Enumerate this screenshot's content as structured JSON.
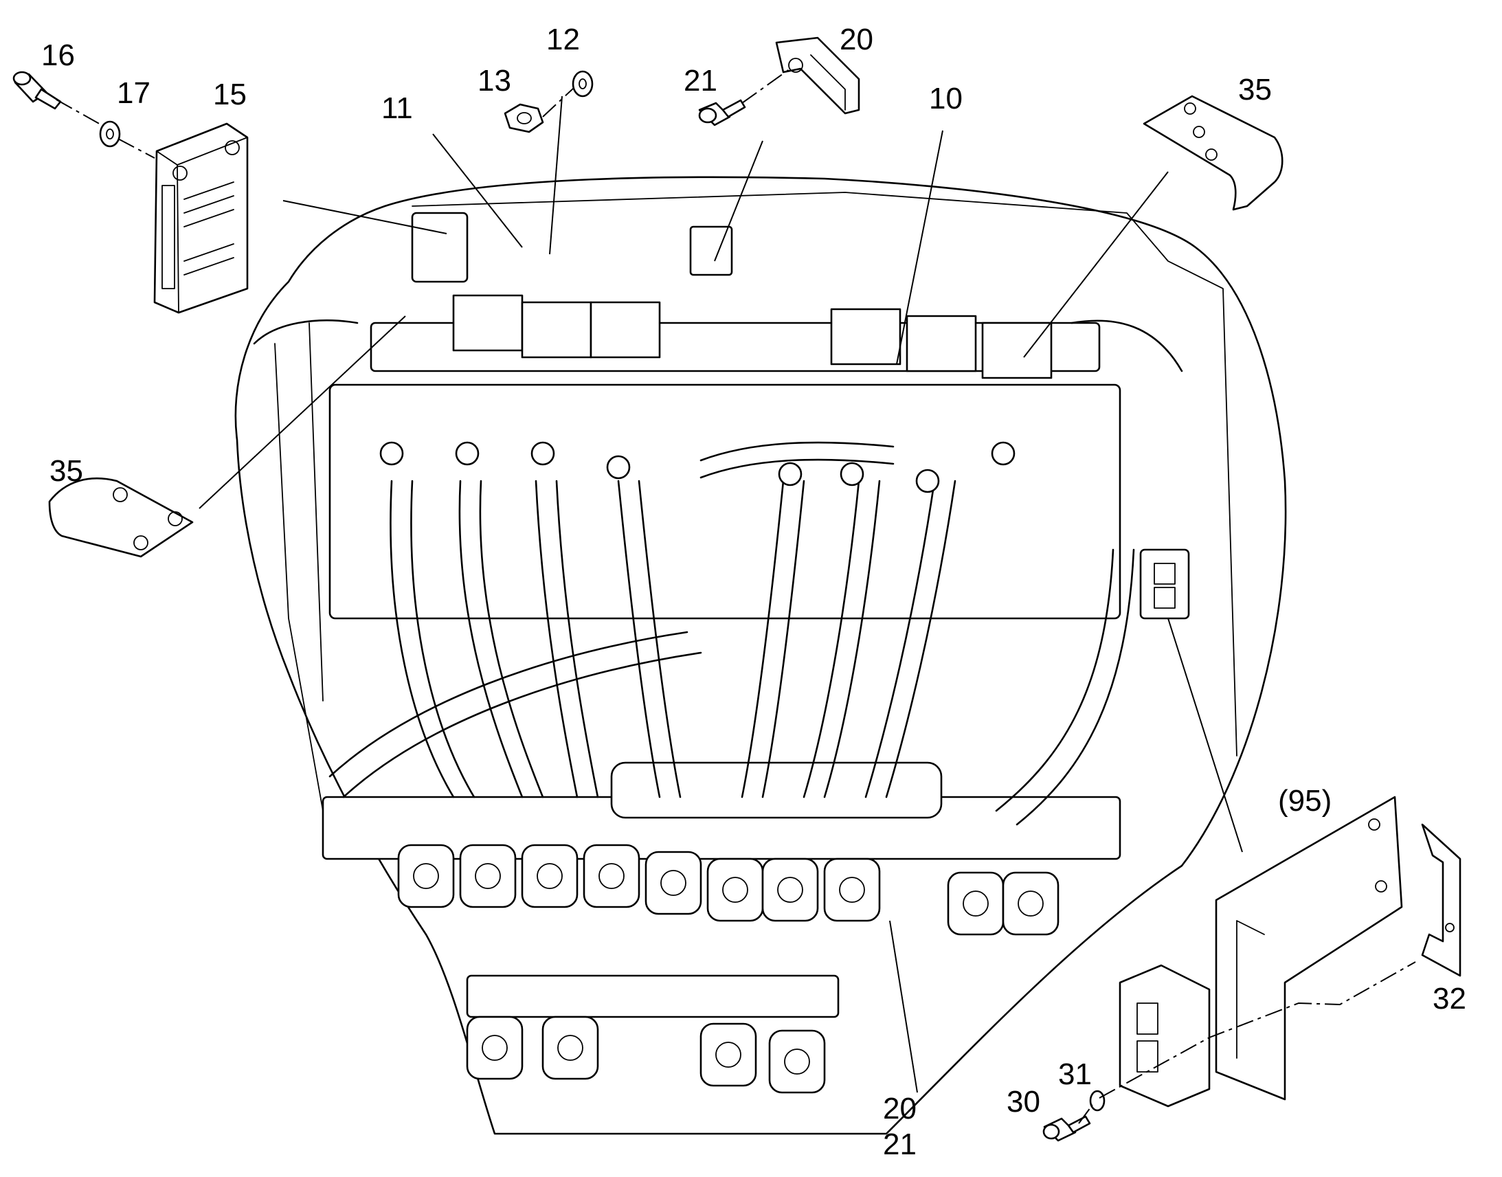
{
  "callouts": {
    "c10": "10",
    "c11": "11",
    "c12": "12",
    "c13": "13",
    "c15": "15",
    "c16": "16",
    "c17": "17",
    "c20_top": "20",
    "c21_top": "21",
    "c35_top": "35",
    "c35_left": "35",
    "c95": "(95)",
    "c32": "32",
    "c30": "30",
    "c31": "31",
    "c20_bottom": "20",
    "c21_bottom": "21"
  }
}
